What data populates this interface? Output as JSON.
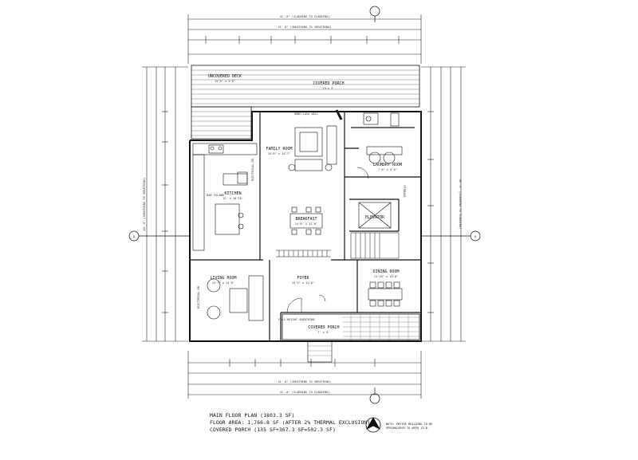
{
  "overall_dimensions": {
    "top": "41'-0\" (CLADDING TO CLADDING)",
    "top_structure": "41'-0\" (SHEATHING TO SHEATHING)",
    "bottom": "41'-0\" (CLADDING TO CLADDING)",
    "bottom_structure": "41'-0\" (SHEATHING TO SHEATHING)",
    "left": "40'-0\" (SHEATHING TO SHEATHING)",
    "right": "40'-0\" (CLADDING TO CLADDING)"
  },
  "rooms": {
    "uncovered_deck": {
      "name": "UNCOVERED DECK",
      "size": "14'8\" x 4'6\""
    },
    "covered_porch_top": {
      "name": "COVERED PORCH",
      "size": "25'x 5'"
    },
    "family_room": {
      "name": "FAMILY ROOM",
      "size": "15'8\" x 14'7\""
    },
    "kitchen": {
      "name": "KITCHEN",
      "size": "12' x 10'10\""
    },
    "breakfast": {
      "name": "BREAKFAST",
      "size": "14'8\" x 11'0\""
    },
    "laundry": {
      "name": "LAUNDRY ROOM",
      "size": "7'6\" x 6'6\""
    },
    "elevator": {
      "name": "ELEVATOR"
    },
    "living_room": {
      "name": "LIVING ROOM",
      "size": "15'7\" x 14'6\""
    },
    "foyer": {
      "name": "FOYER",
      "size": "15'3\" x 11'6\""
    },
    "dining_room": {
      "name": "DINING ROOM",
      "size": "11'10\" x 10'8\""
    },
    "covered_porch_bottom": {
      "name": "COVERED PORCH",
      "size": "7' x 6'"
    }
  },
  "notes": {
    "fireplace_wall": "HONE/LAVA WALL",
    "storage": "STORAGE",
    "electrical": "ELECTRICAL DR.",
    "bar_island": "BAR ISLAND",
    "porch_tag": "FULL HEIGHT SHEATHING"
  },
  "grid_marker": "A",
  "title_block": {
    "line1": "MAIN FLOOR PLAN (1803.3 SF)",
    "line2": "FLOOR AREA: 1,766.8 SF (AFTER 2% THERMAL EXCLUSION)",
    "line3": "COVERED PORCH (135 SF+367.3 SF=502.3 SF)"
  },
  "north_note": "NOTE: ENTIRE BUILDING TO BE SPRINKLERED TO NFPA 13-D."
}
